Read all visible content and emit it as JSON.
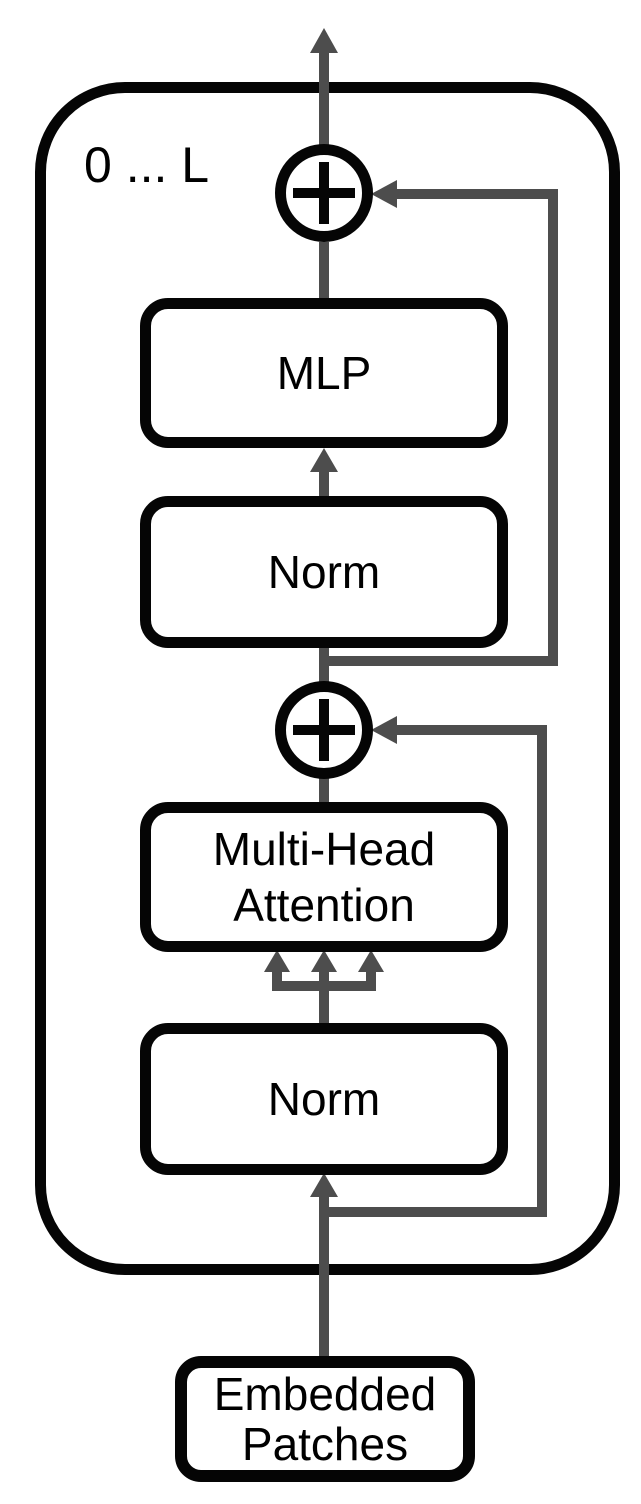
{
  "diagram": {
    "layer_label": "0 ... L",
    "blocks": {
      "mlp": "MLP",
      "norm_upper": "Norm",
      "mha_line1": "Multi-Head",
      "mha_line2": "Attention",
      "norm_lower": "Norm",
      "embedded_line1": "Embedded",
      "embedded_line2": "Patches"
    },
    "operators": {
      "residual_add": "+"
    },
    "colors": {
      "outline": "#050505",
      "arrow_gray": "#4d4d4d",
      "fill": "#ffffff",
      "text": "#000000"
    }
  }
}
